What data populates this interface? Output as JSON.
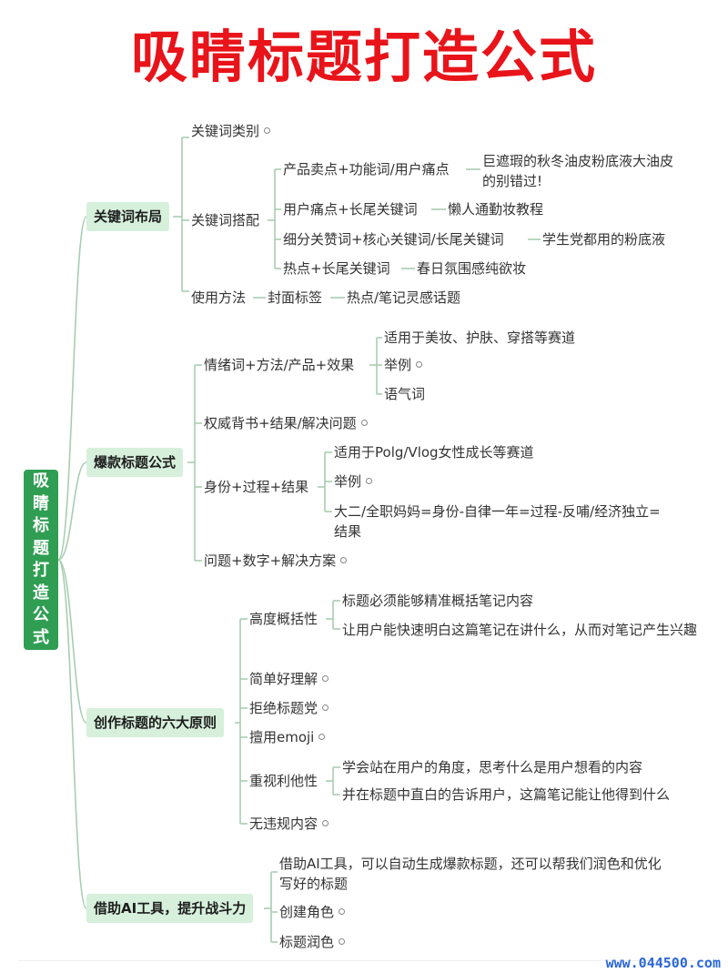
{
  "title": "吸睛标题打造公式",
  "root": "吸睛标题打造公式",
  "categories": {
    "c1": "关键词布局",
    "c2": "爆款标题公式",
    "c3": "创作标题的六大原则",
    "c4": "借助AI工具，提升战斗力"
  },
  "c1": {
    "category_type": "关键词类别",
    "match": "关键词搭配",
    "match_1": "产品卖点+功能词/用户痛点",
    "match_1_ex": "巨遮瑕的秋冬油皮粉底液大油皮的别错过!",
    "match_2": "用户痛点+长尾关键词",
    "match_2_ex": "懒人通勤妆教程",
    "match_3": "细分关赞词+核心关键词/长尾关键词",
    "match_3_ex": "学生党都用的粉底液",
    "match_4": "热点+长尾关键词",
    "match_4_ex": "春日氛围感纯欲妆",
    "usage": "使用方法",
    "usage_1": "封面标签",
    "usage_2": "热点/笔记灵感话题"
  },
  "c2": {
    "f1": "情绪词+方法/产品+效果",
    "f1_a": "适用于美妆、护肤、穿搭等赛道",
    "f1_b": "举例",
    "f1_c": "语气词",
    "f2": "权威背书+结果/解决问题",
    "f3": "身份+过程+结果",
    "f3_a": "适用于Polg/Vlog女性成长等赛道",
    "f3_b": "举例",
    "f3_c": "大二/全职妈妈=身份-自律一年=过程-反哺/经济独立=结果",
    "f4": "问题+数字+解决方案"
  },
  "c3": {
    "p1": "高度概括性",
    "p1_a": "标题必须能够精准概括笔记内容",
    "p1_b": "让用户能快速明白这篇笔记在讲什么，从而对笔记产生兴趣",
    "p2": "简单好理解",
    "p3": "拒绝标题党",
    "p4": "擅用emoji",
    "p5": "重视利他性",
    "p5_a": "学会站在用户的角度，思考什么是用户想看的内容",
    "p5_b": "并在标题中直白的告诉用户，这篇笔记能让他得到什么",
    "p6": "无违规内容"
  },
  "c4": {
    "a1": "借助AI工具，可以自动生成爆款标题，还可以帮我们润色和优化写好的标题",
    "a2": "创建角色",
    "a3": "标题润色"
  },
  "watermark": "www.044500.com",
  "colors": {
    "title": "#e8141a",
    "root": "#2f9e52",
    "category_bg": "#d6f0dc",
    "line": "#a8cdb0"
  }
}
